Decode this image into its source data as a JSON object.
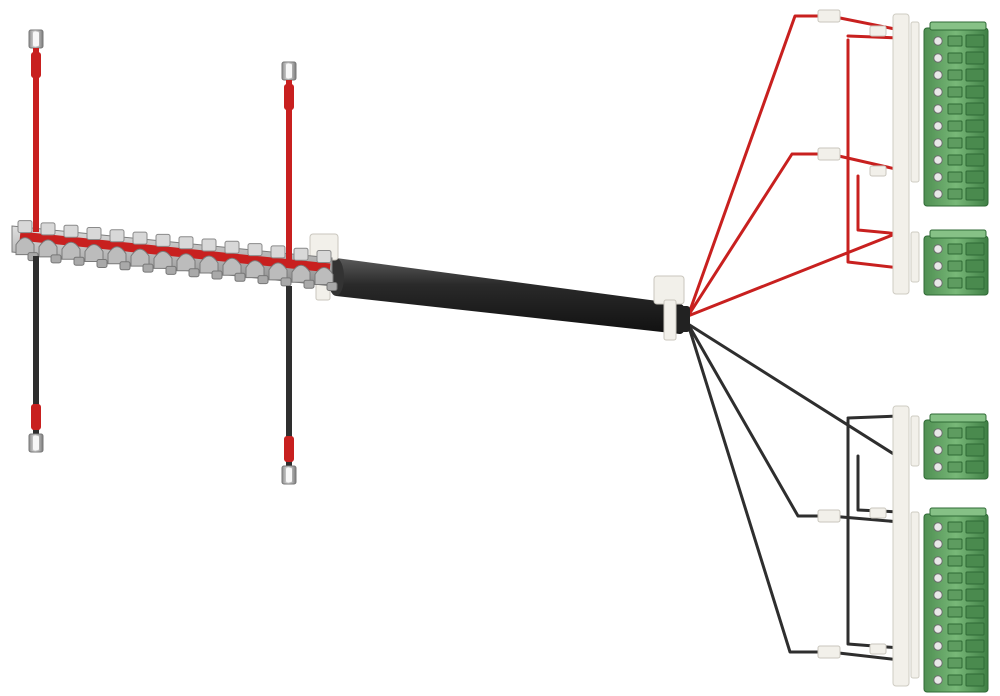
{
  "colors": {
    "background": "#ffffff",
    "wire_red": "#c8201f",
    "wire_black": "#2e2e2e",
    "sleeve_black": "#262626",
    "ferrule_silver": "#bdbdbd",
    "clip_white": "#f2f0ea",
    "terminal_green": "#6aa56a",
    "terminal_green_dark": "#3f7f45",
    "busbar_grey": "#9e9e9e"
  },
  "icons": {
    "ferrule": "ferrule-icon",
    "terminal_block": "terminal-block-icon",
    "cable_clip": "cable-clip-icon"
  },
  "busbar": {
    "teeth": 14,
    "red_wire_visible": true
  },
  "vertical_leads": [
    {
      "name": "lead-left",
      "top_color": "wire_red",
      "bottom_color": "wire_black"
    },
    {
      "name": "lead-right",
      "top_color": "wire_red",
      "bottom_color": "wire_black"
    }
  ],
  "terminal_blocks": [
    {
      "name": "terminal-block-upper-large",
      "pins": 10,
      "wire": "wire_red"
    },
    {
      "name": "terminal-block-upper-small",
      "pins": 3,
      "wire": "wire_red"
    },
    {
      "name": "terminal-block-lower-small",
      "pins": 3,
      "wire": "wire_black"
    },
    {
      "name": "terminal-block-lower-large",
      "pins": 10,
      "wire": "wire_black"
    }
  ]
}
